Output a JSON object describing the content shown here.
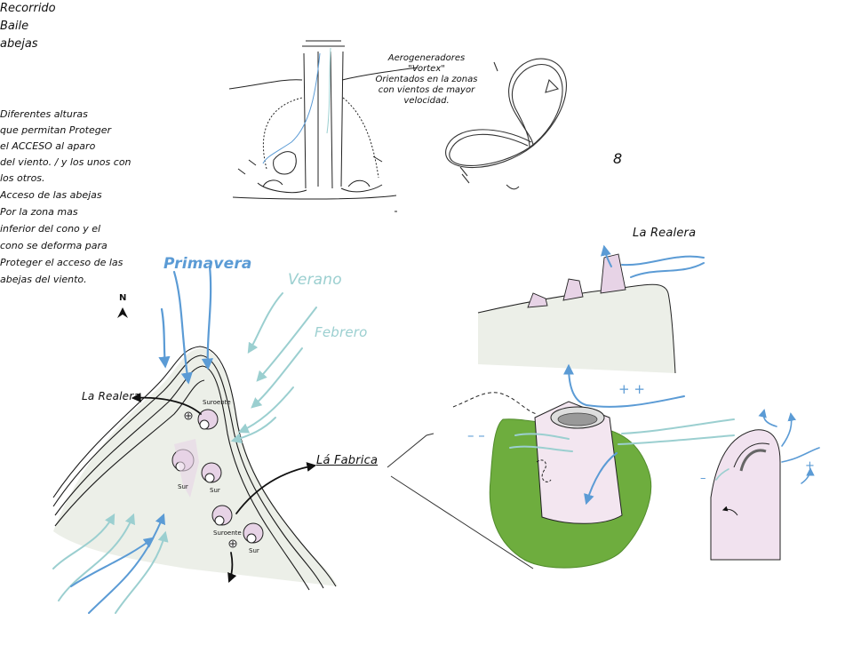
{
  "top_sketch": {
    "infinity_note": [
      "Recorrido",
      "Baile",
      "abejas"
    ],
    "eight": "8"
  },
  "map": {
    "north": "N",
    "primavera": "Primavera",
    "verano": "Verano",
    "febrero": "Febrero",
    "la_realera": "La Realera",
    "la_fabrica": "Lá Fabrica",
    "orientations": [
      "Suroente",
      "Sur",
      "Sur",
      "Suroente",
      "Sur"
    ],
    "aero_note": [
      "Aerogeneradores",
      "\"Vortex\"",
      "Orientados en la zonas",
      "con vientos de mayor",
      "velocidad."
    ]
  },
  "profile": {
    "la_realera": "La Realera",
    "note": [
      "Diferentes alturas",
      "que permitan Proteger",
      "el ACCESO al aparo",
      "del viento. / y los unos con",
      "los otros."
    ]
  },
  "cone": {
    "plus": "+ +",
    "minus": "– –",
    "plus_small": "+",
    "minus_small": "–",
    "access_note": [
      "Acceso de las abejas",
      "Por la zona mas",
      "inferior del cono y el",
      "cono se deforma para",
      "Proteger el acceso de las",
      "abejas del viento."
    ]
  },
  "colors": {
    "ink": "#111111",
    "blue_wind": "#5b9bd5",
    "teal_wind": "#9bcfd0",
    "ground": "#ecefe8",
    "pink_hive": "#e7d3e6",
    "green_veg": "#5fa52a"
  }
}
